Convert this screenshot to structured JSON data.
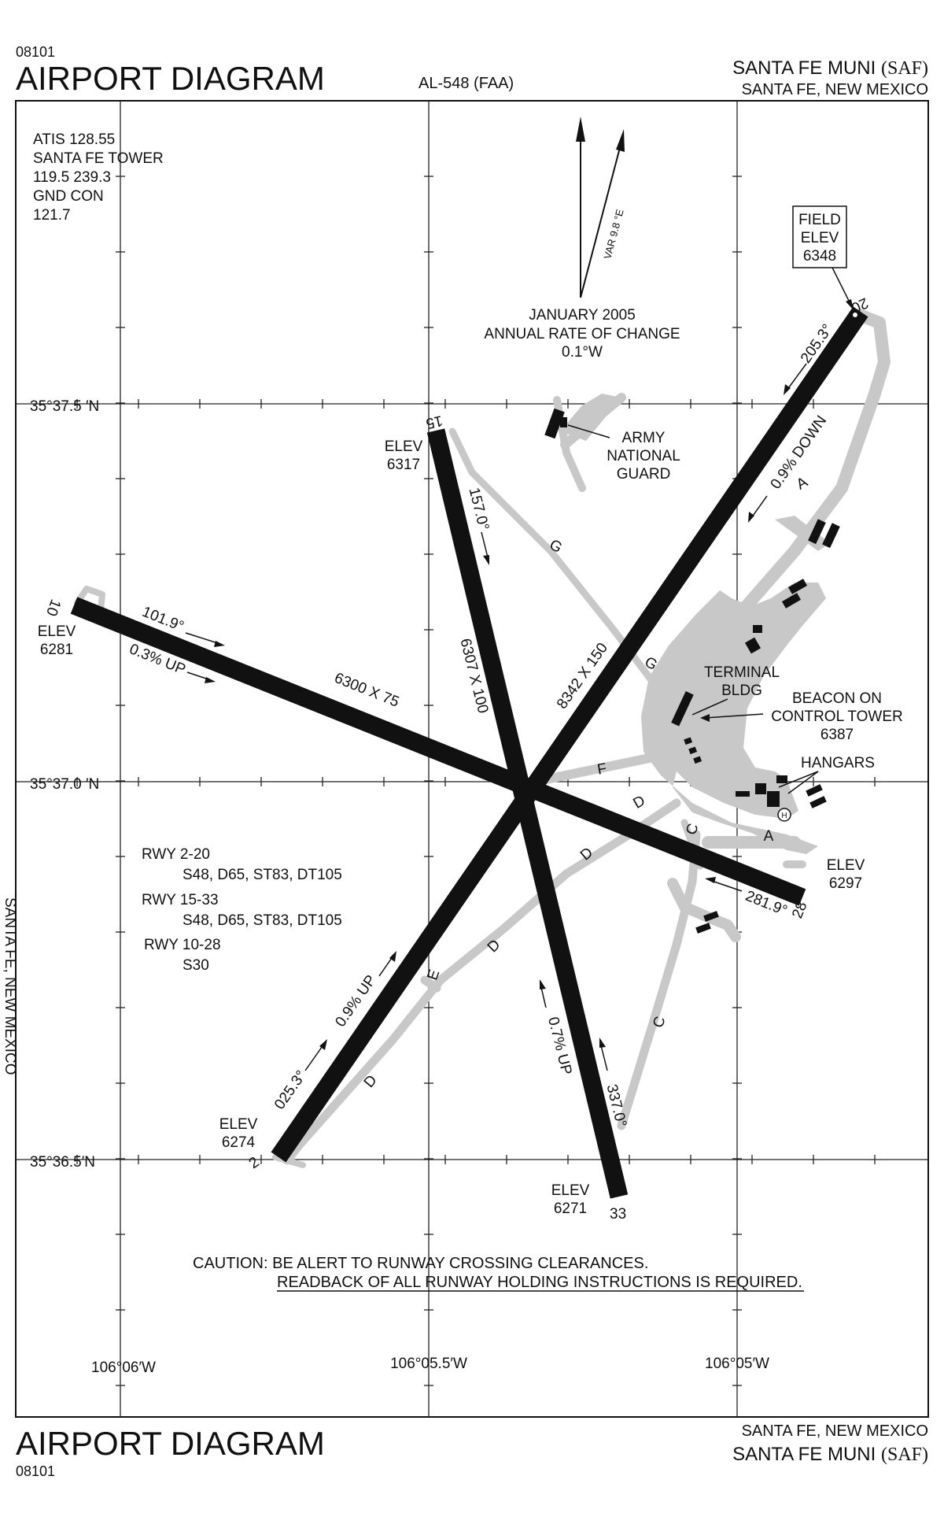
{
  "header": {
    "top_code": "08101",
    "title": "AIRPORT DIAGRAM",
    "chart_id": "AL-548 (FAA)",
    "airport_name": "SANTA FE MUNI",
    "airport_code": "(SAF)",
    "location": "SANTA FE, NEW MEXICO"
  },
  "footer": {
    "title": "AIRPORT DIAGRAM",
    "code": "08101",
    "location": "SANTA FE, NEW MEXICO",
    "airport_name": "SANTA FE MUNI",
    "airport_code": "(SAF)"
  },
  "comms": {
    "line1": "ATIS 128.55",
    "line2": "SANTA FE TOWER",
    "line3": "119.5  239.3",
    "line4": "GND CON",
    "line5": "121.7"
  },
  "magnetic": {
    "var_label": "VAR 9.8 °E",
    "date_line": "JANUARY 2005",
    "rate_line": "ANNUAL RATE OF CHANGE",
    "rate_value": "0.1°W"
  },
  "field_elev": {
    "line1": "FIELD",
    "line2": "ELEV",
    "value": "6348"
  },
  "latitudes": [
    "35°37.5 ′N",
    "35°37.0 ′N",
    "35°36.5′N"
  ],
  "longitudes": [
    "106°06′W",
    "106°05.5′W",
    "106°05′W"
  ],
  "runway_ends": {
    "r20": "20",
    "r2": "2",
    "r15": "15",
    "r33": "33",
    "r10": "10",
    "r28": "28"
  },
  "runway_dims": {
    "rwy_2_20": "8342 X 150",
    "rwy_15_33": "6307 X 100",
    "rwy_10_28": "6300 X 75"
  },
  "headings": {
    "h205": "205.3°",
    "h025": "025.3°",
    "h157": "157.0°",
    "h337": "337.0°",
    "h101": "101.9°",
    "h281": "281.9°"
  },
  "slopes": {
    "s20": "0.9% DOWN",
    "s2": "0.9% UP",
    "s33": "0.7% UP",
    "s10": "0.3% UP"
  },
  "elevations": {
    "elev_label": "ELEV",
    "e15": "6317",
    "e10": "6281",
    "e28": "6297",
    "e2": "6274",
    "e33": "6271"
  },
  "taxiways": {
    "A": "A",
    "C": "C",
    "D": "D",
    "E": "E",
    "F": "F",
    "G": "G"
  },
  "facilities": {
    "army1": "ARMY",
    "army2": "NATIONAL",
    "army3": "GUARD",
    "terminal1": "TERMINAL",
    "terminal2": "BLDG",
    "beacon1": "BEACON ON",
    "beacon2": "CONTROL TOWER",
    "beacon3": "6387",
    "hangars": "HANGARS",
    "heli": "H"
  },
  "strength": {
    "rwy1_name": "RWY 2-20",
    "rwy1_val": "S48, D65, ST83, DT105",
    "rwy2_name": "RWY 15-33",
    "rwy2_val": "S48, D65, ST83, DT105",
    "rwy3_name": "RWY 10-28",
    "rwy3_val": "S30"
  },
  "caution": {
    "line1": "CAUTION: BE ALERT TO RUNWAY CROSSING CLEARANCES.",
    "line2": "READBACK OF ALL RUNWAY HOLDING INSTRUCTIONS IS REQUIRED."
  },
  "side_text": "SANTA FE, NEW MEXICO"
}
